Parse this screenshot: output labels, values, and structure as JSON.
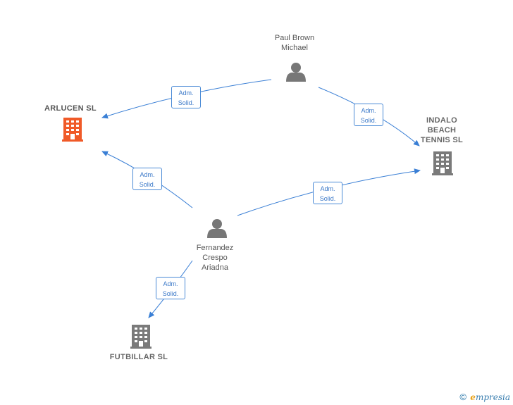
{
  "nodes": {
    "paul": {
      "label_line1": "Paul Brown",
      "label_line2": "Michael"
    },
    "fernandez": {
      "label_line1": "Fernandez",
      "label_line2": "Crespo",
      "label_line3": "Ariadna"
    },
    "arlucen": {
      "label": "ARLUCEN  SL",
      "color": "#f05a28"
    },
    "indalo": {
      "label_line1": "INDALO",
      "label_line2": "BEACH",
      "label_line3": "TENNIS  SL",
      "color": "#7a7a7a"
    },
    "futbillar": {
      "label": "FUTBILLAR  SL",
      "color": "#7a7a7a"
    }
  },
  "edges": [
    {
      "from": "paul",
      "to": "arlucen",
      "line1": "Adm.",
      "line2": "Solid."
    },
    {
      "from": "paul",
      "to": "indalo",
      "line1": "Adm.",
      "line2": "Solid."
    },
    {
      "from": "fernandez",
      "to": "arlucen",
      "line1": "Adm.",
      "line2": "Solid."
    },
    {
      "from": "fernandez",
      "to": "indalo",
      "line1": "Adm.",
      "line2": "Solid."
    },
    {
      "from": "fernandez",
      "to": "futbillar",
      "line1": "Adm.",
      "line2": "Solid."
    }
  ],
  "colors": {
    "edge": "#3a7fd5",
    "person": "#777777"
  },
  "footer": {
    "copyright": "©",
    "brand_e": "e",
    "brand_rest": "mpresia"
  }
}
